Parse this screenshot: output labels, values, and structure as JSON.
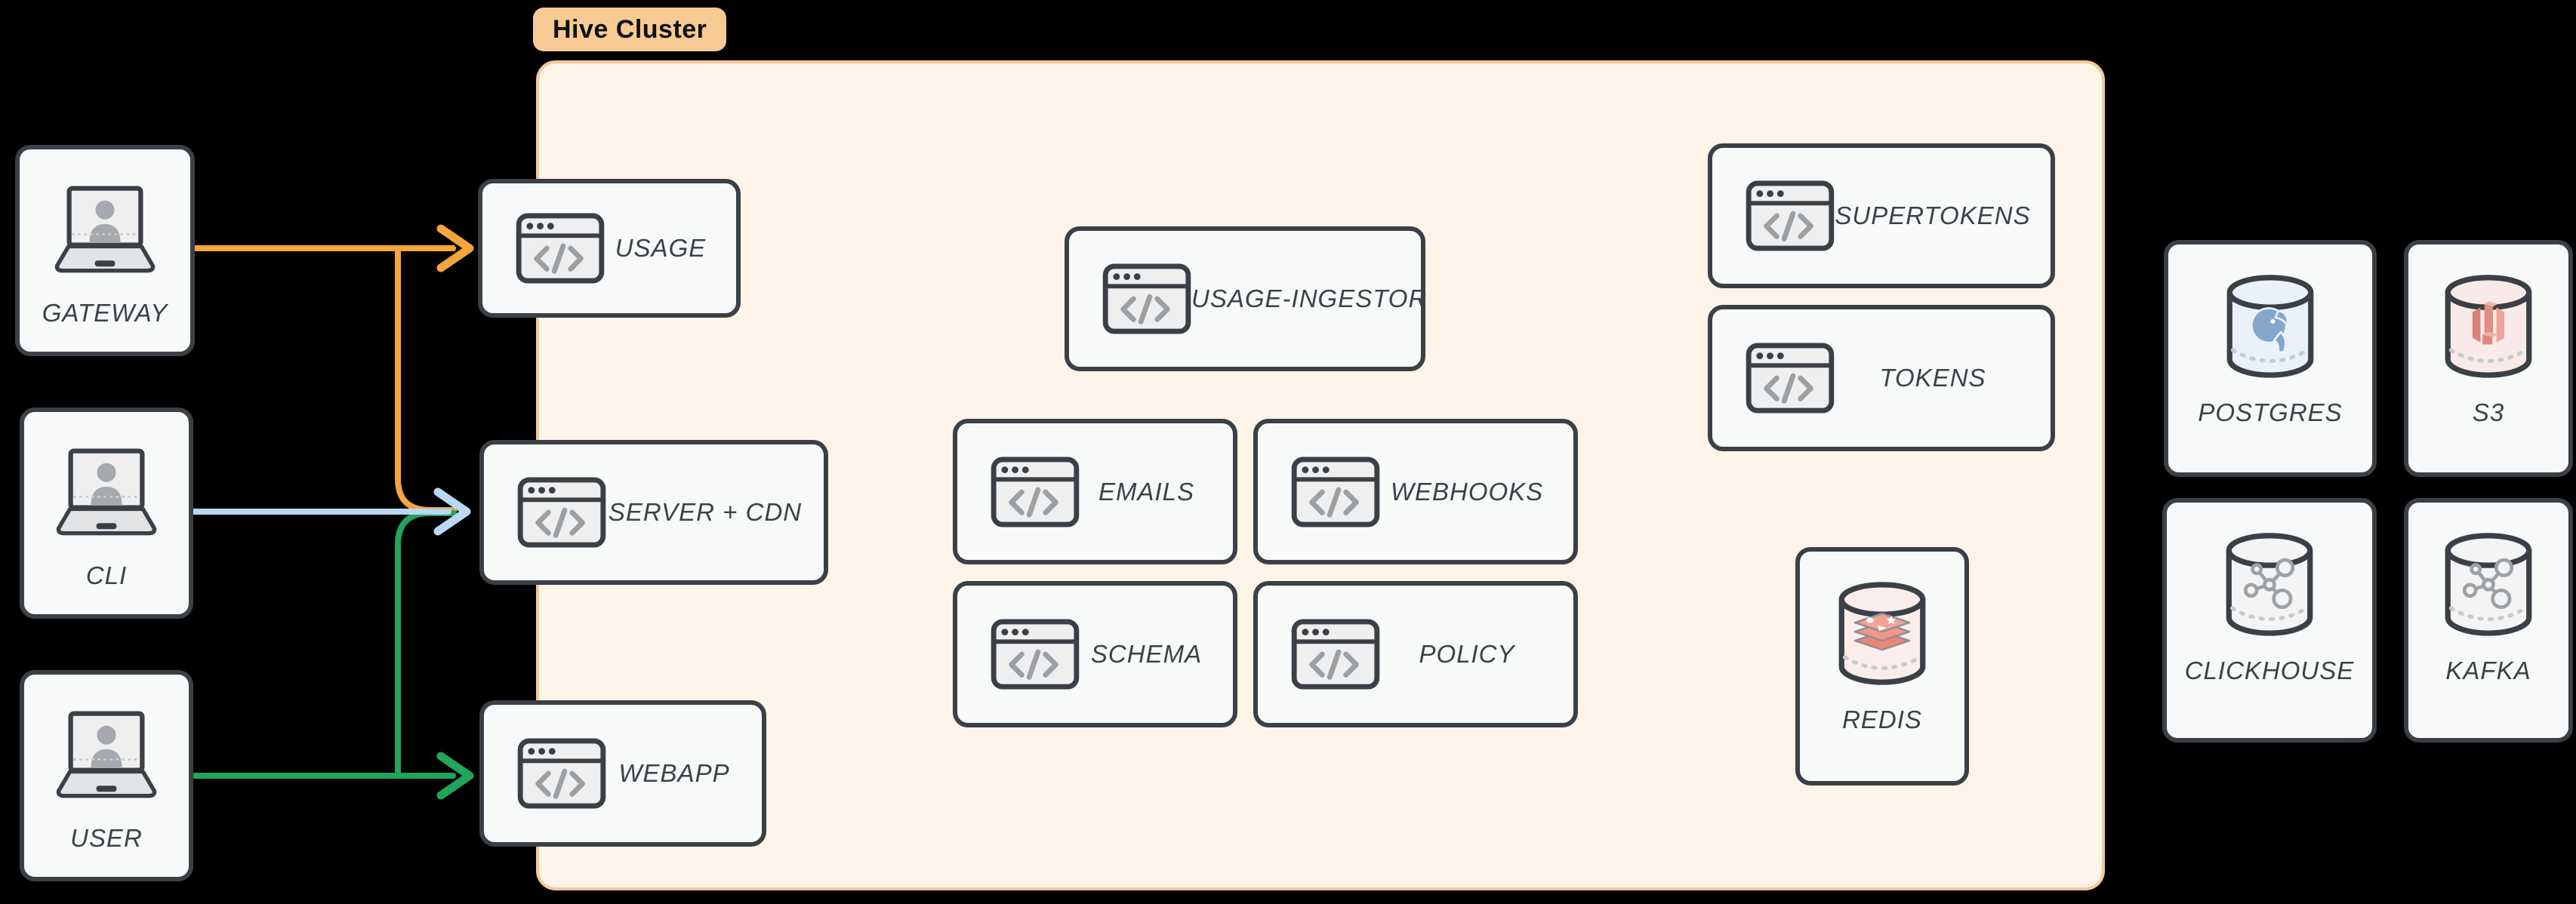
{
  "cluster": {
    "label": "Hive Cluster"
  },
  "clients": {
    "gateway": {
      "label": "GATEWAY",
      "icon": "laptop-user-icon"
    },
    "cli": {
      "label": "CLI",
      "icon": "laptop-user-icon"
    },
    "user": {
      "label": "USER",
      "icon": "laptop-user-icon"
    }
  },
  "services": {
    "usage": {
      "label": "USAGE",
      "icon": "browser-code-icon"
    },
    "server_cdn": {
      "label": "SERVER + CDN",
      "icon": "browser-code-icon"
    },
    "webapp": {
      "label": "WEBAPP",
      "icon": "browser-code-icon"
    },
    "usage_ingestor": {
      "label": "USAGE-INGESTOR",
      "icon": "browser-code-icon"
    },
    "emails": {
      "label": "EMAILS",
      "icon": "browser-code-icon"
    },
    "webhooks": {
      "label": "WEBHOOKS",
      "icon": "browser-code-icon"
    },
    "schema": {
      "label": "SCHEMA",
      "icon": "browser-code-icon"
    },
    "policy": {
      "label": "POLICY",
      "icon": "browser-code-icon"
    },
    "supertokens": {
      "label": "SUPERTOKENS",
      "icon": "browser-code-icon"
    },
    "tokens": {
      "label": "TOKENS",
      "icon": "browser-code-icon"
    }
  },
  "datastores": {
    "redis": {
      "label": "REDIS",
      "icon": "redis-database-icon"
    },
    "postgres": {
      "label": "POSTGRES",
      "icon": "postgres-database-icon"
    },
    "s3": {
      "label": "S3",
      "icon": "s3-database-icon"
    },
    "clickhouse": {
      "label": "CLICKHOUSE",
      "icon": "clickhouse-database-icon"
    },
    "kafka": {
      "label": "KAFKA",
      "icon": "kafka-database-icon"
    }
  },
  "edges": {
    "gateway": {
      "from": "GATEWAY",
      "to": "USAGE, SERVER + CDN",
      "color": "#F6A43C"
    },
    "cli": {
      "from": "CLI",
      "to": "SERVER + CDN",
      "color": "#B9D8F4"
    },
    "user": {
      "from": "USER",
      "to": "WEBAPP, SERVER + CDN",
      "color": "#21A55D"
    }
  },
  "colors": {
    "background": "#000000",
    "node_fill": "#F8F9F9",
    "node_border": "#3A4045",
    "label_text": "#3C4247",
    "cluster_fill": "#FDF3E9",
    "cluster_border": "#F4C795",
    "cluster_pill_fill": "#F6CA92",
    "icon_gray": "#9BA0A5",
    "postgres_blue": "#84A7CB",
    "s3_red": "#DE8A7F",
    "redis_red": "#EE8478"
  }
}
